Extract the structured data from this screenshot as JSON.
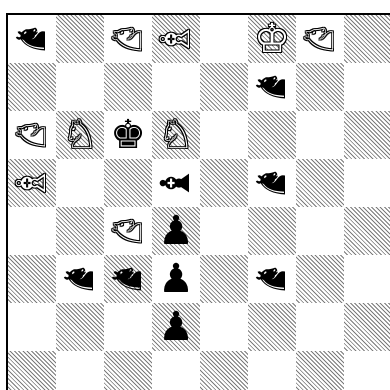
{
  "board": {
    "rows": [
      [
        {
          "piece": "knight",
          "color": "black",
          "orientation": "sideways-right",
          "glyph": "♞"
        },
        null,
        {
          "piece": "knight",
          "color": "white",
          "orientation": "sideways-right",
          "glyph": "♘"
        },
        {
          "piece": "bishop",
          "color": "white",
          "orientation": "sideways",
          "glyph": "♗"
        },
        null,
        {
          "piece": "king",
          "color": "white",
          "orientation": "upright",
          "glyph": "♔"
        },
        {
          "piece": "knight",
          "color": "white",
          "orientation": "sideways-right",
          "glyph": "♘"
        },
        null
      ],
      [
        null,
        null,
        null,
        null,
        null,
        {
          "piece": "knight",
          "color": "black",
          "orientation": "sideways-right",
          "glyph": "♞"
        },
        null,
        null
      ],
      [
        {
          "piece": "knight",
          "color": "white",
          "orientation": "sideways-right",
          "glyph": "♘"
        },
        {
          "piece": "knight",
          "color": "white",
          "orientation": "upright",
          "glyph": "♘"
        },
        {
          "piece": "king",
          "color": "black",
          "orientation": "upright",
          "glyph": "♚"
        },
        {
          "piece": "knight",
          "color": "white",
          "orientation": "upright",
          "glyph": "♘"
        },
        null,
        null,
        null,
        null
      ],
      [
        {
          "piece": "bishop",
          "color": "white",
          "orientation": "sideways",
          "glyph": "♗"
        },
        null,
        null,
        {
          "piece": "bishop",
          "color": "black",
          "orientation": "sideways",
          "glyph": "♝"
        },
        null,
        {
          "piece": "knight",
          "color": "black",
          "orientation": "sideways-right",
          "glyph": "♞"
        },
        null,
        null
      ],
      [
        null,
        null,
        {
          "piece": "knight",
          "color": "white",
          "orientation": "sideways-right",
          "glyph": "♘"
        },
        {
          "piece": "pawn",
          "color": "black",
          "orientation": "upright",
          "glyph": "♟"
        },
        null,
        null,
        null,
        null
      ],
      [
        null,
        {
          "piece": "knight",
          "color": "black",
          "orientation": "sideways-right",
          "glyph": "♞"
        },
        {
          "piece": "knight",
          "color": "black",
          "orientation": "sideways-right",
          "glyph": "♞"
        },
        {
          "piece": "pawn",
          "color": "black",
          "orientation": "upright",
          "glyph": "♟"
        },
        null,
        {
          "piece": "knight",
          "color": "black",
          "orientation": "sideways-right",
          "glyph": "♞"
        },
        null,
        null
      ],
      [
        null,
        null,
        null,
        {
          "piece": "pawn",
          "color": "black",
          "orientation": "upright",
          "glyph": "♟"
        },
        null,
        null,
        null,
        null
      ],
      [
        null,
        null,
        null,
        null,
        null,
        null,
        null,
        null
      ]
    ],
    "colors": {
      "light_square": "#ffffff",
      "dark_square_hatch": "#7a7a7a",
      "border": "#000000"
    }
  }
}
